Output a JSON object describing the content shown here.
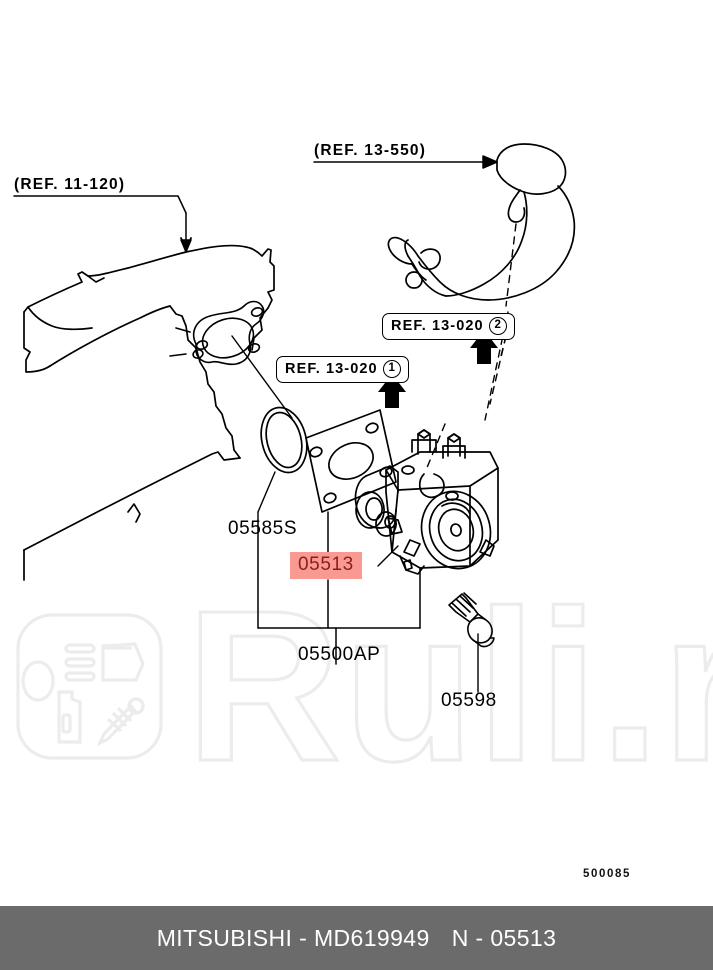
{
  "diagram": {
    "drawing_code": "500085",
    "background_color": "#ffffff",
    "line_color": "#000000",
    "highlight_background": "#f99a92",
    "highlight_text_color": "#8b1f16",
    "references": [
      {
        "id": "ref-11-120",
        "text": "(REF. 11-120)",
        "style": "plain-underlined",
        "target": "engine-block"
      },
      {
        "id": "ref-13-550",
        "text": "(REF. 13-550)",
        "style": "plain-underlined",
        "target": "water-hose-pipe"
      }
    ],
    "boxed_references": [
      {
        "id": "ref-13-020-1",
        "text": "REF. 13-020",
        "circled": "1",
        "target": "water-pump-inlet"
      },
      {
        "id": "ref-13-020-2",
        "text": "REF. 13-020",
        "circled": "2",
        "target": "water-pipe-assembly"
      }
    ],
    "part_labels": [
      {
        "id": "part-05585s",
        "number": "05585S",
        "highlighted": false,
        "component": "o-ring"
      },
      {
        "id": "part-05513",
        "number": "05513",
        "highlighted": true,
        "component": "water-pump-body"
      },
      {
        "id": "part-05500ap",
        "number": "05500AP",
        "highlighted": false,
        "component": "water-pump-assembly"
      },
      {
        "id": "part-05598",
        "number": "05598",
        "highlighted": false,
        "component": "flange-bolt"
      }
    ]
  },
  "watermark": {
    "text": "Ruli.ru",
    "color": "#ececec",
    "logo_icons": [
      "headlight-icon",
      "car-door-icon",
      "oil-bottle-icon",
      "shock-absorber-icon"
    ]
  },
  "footer": {
    "background_color": "#6b6b6b",
    "text_color": "#ffffff",
    "brand_and_part": "MITSUBISHI - MD619949",
    "group_code": "N - 05513"
  }
}
